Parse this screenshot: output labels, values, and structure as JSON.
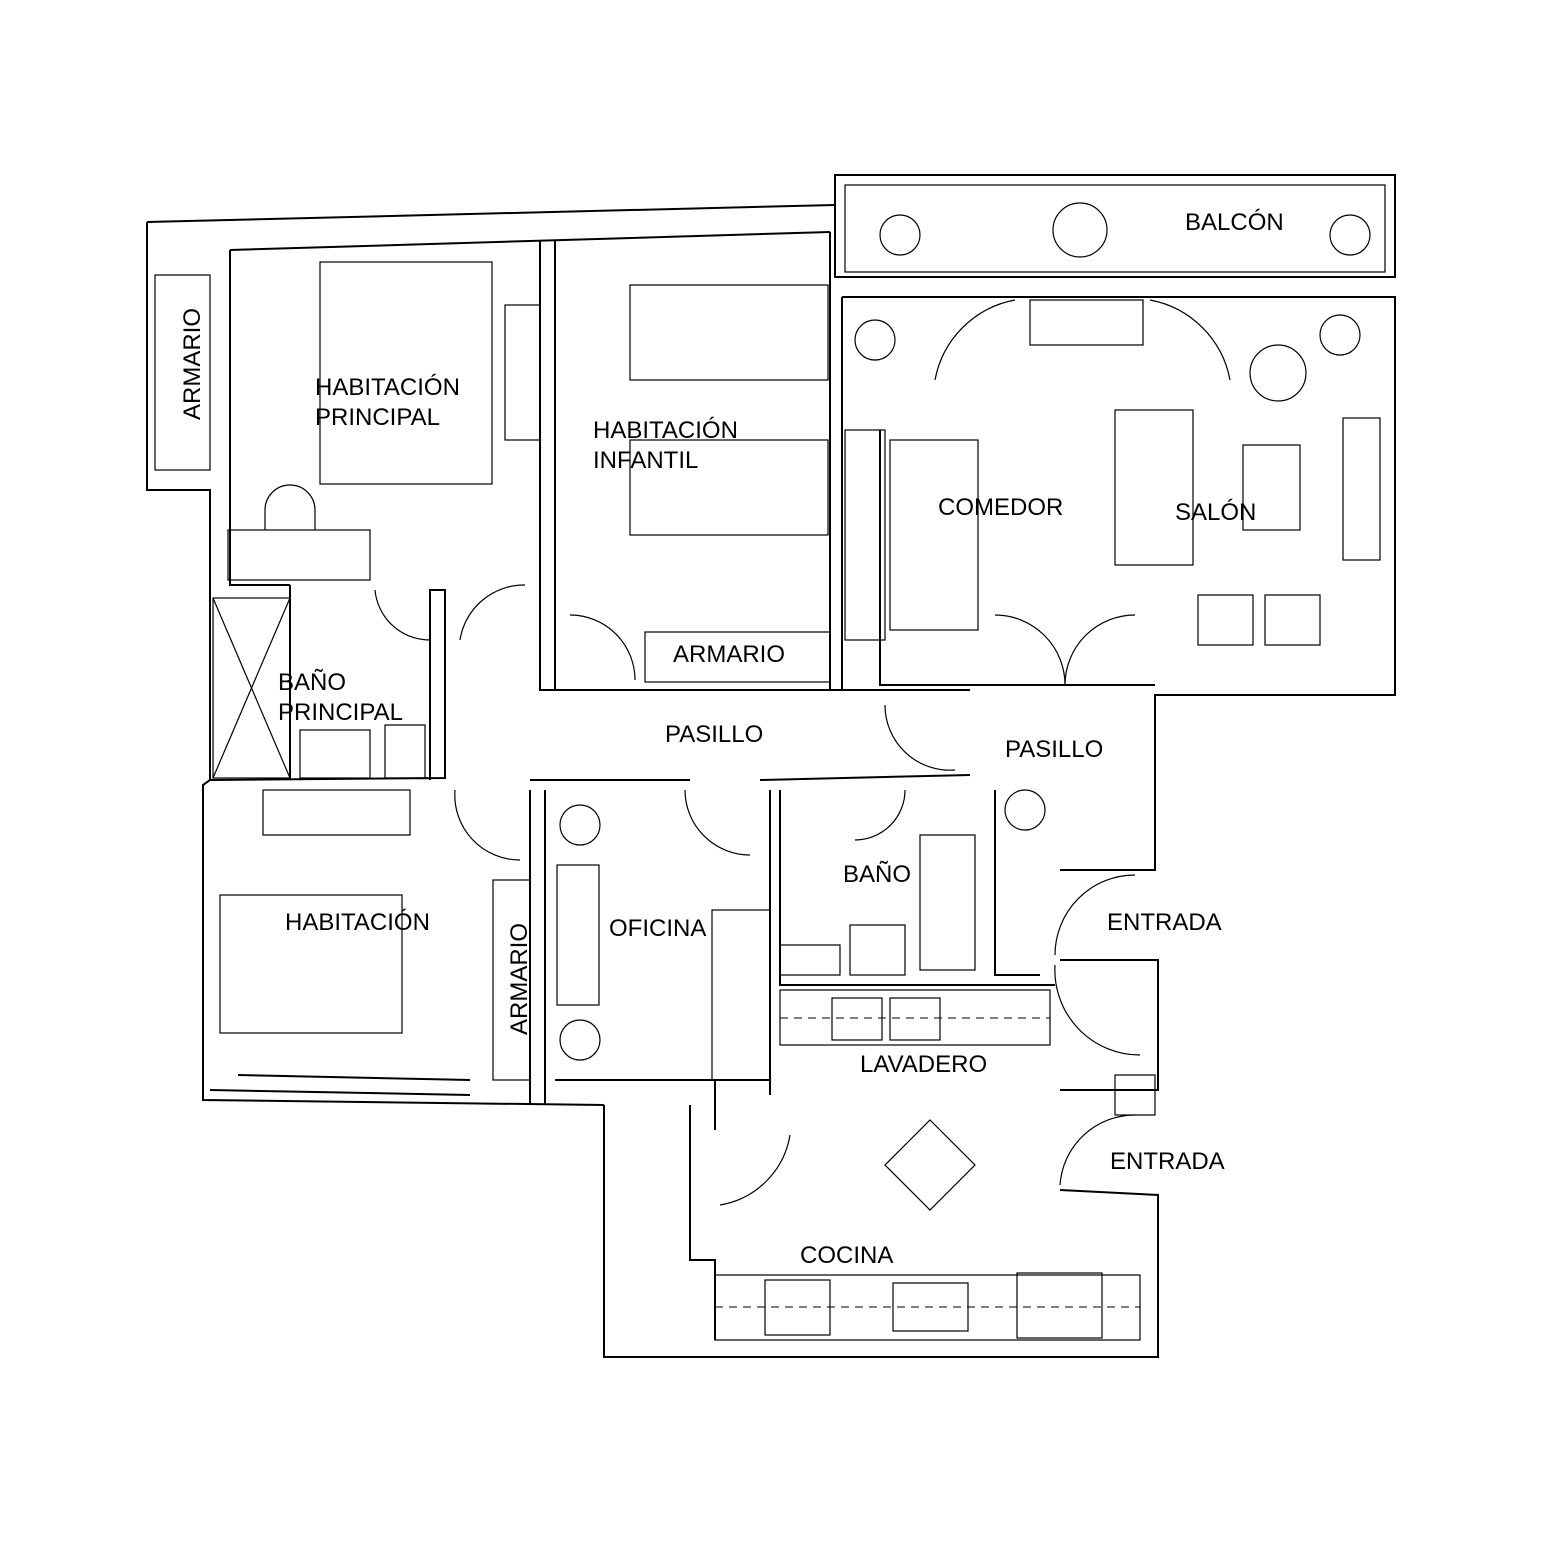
{
  "rooms": {
    "balcon": "BALCÓN",
    "armario_1": "ARMARIO",
    "hab_principal_1": "HABITACIÓN",
    "hab_principal_2": "PRINCIPAL",
    "hab_infantil_1": "HABITACIÓN",
    "hab_infantil_2": "INFANTIL",
    "comedor": "COMEDOR",
    "salon": "SALÓN",
    "armario_2": "ARMARIO",
    "bano_principal_1": "BAÑO",
    "bano_principal_2": "PRINCIPAL",
    "pasillo_1": "PASILLO",
    "pasillo_2": "PASILLO",
    "bano": "BAÑO",
    "habitacion": "HABITACIÓN",
    "oficina": "OFICINA",
    "armario_3": "ARMARIO",
    "entrada_1": "ENTRADA",
    "lavadero": "LAVADERO",
    "entrada_2": "ENTRADA",
    "cocina": "COCINA"
  }
}
